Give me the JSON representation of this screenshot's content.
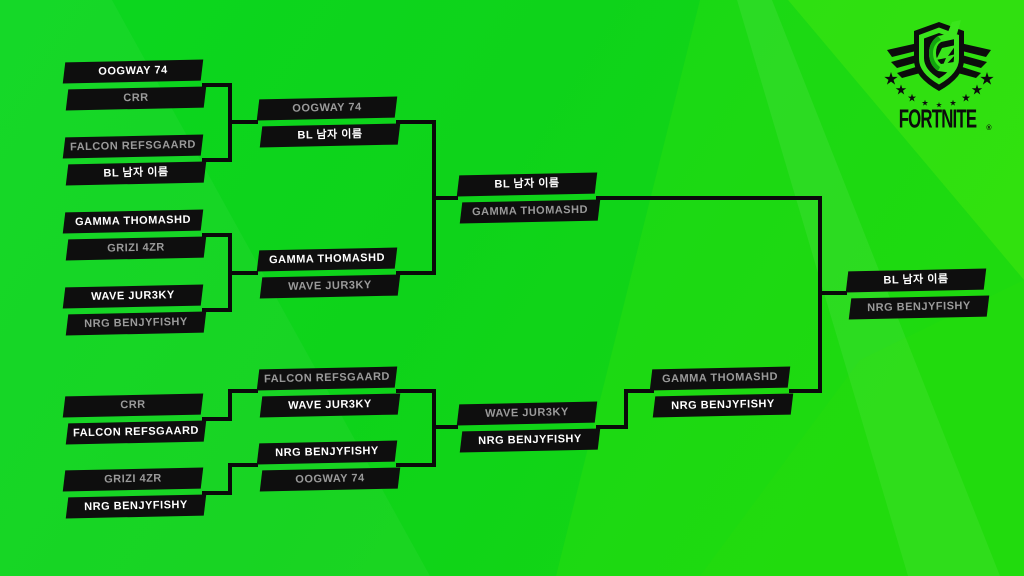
{
  "logo": {
    "wordmark": "FORTNITE",
    "registered": "®"
  },
  "colors": {
    "background_base": "#0ed31a",
    "background_ray_bright": "#7dff05",
    "box_background": "#0e0e0e",
    "winner_text": "#ffffff",
    "loser_text": "#9a9a9a",
    "connector_line": "#0a0a0a",
    "logo_green": "#3ae51c",
    "logo_black": "#0c0c0c"
  },
  "bracket": {
    "upper_round1": [
      {
        "top": {
          "name": "OOGWAY 74",
          "result": "win"
        },
        "bottom": {
          "name": "CRR",
          "result": "loss"
        }
      },
      {
        "top": {
          "name": "FALCON REFSGAARD",
          "result": "loss"
        },
        "bottom": {
          "name": "BL 남자 이름",
          "result": "win"
        }
      },
      {
        "top": {
          "name": "GAMMA THOMASHD",
          "result": "win"
        },
        "bottom": {
          "name": "GRIZI 4ZR",
          "result": "loss"
        }
      },
      {
        "top": {
          "name": "WAVE JUR3KY",
          "result": "win"
        },
        "bottom": {
          "name": "NRG BENJYFISHY",
          "result": "loss"
        }
      }
    ],
    "upper_round2": [
      {
        "top": {
          "name": "OOGWAY 74",
          "result": "loss"
        },
        "bottom": {
          "name": "BL 남자 이름",
          "result": "win"
        }
      },
      {
        "top": {
          "name": "GAMMA THOMASHD",
          "result": "win"
        },
        "bottom": {
          "name": "WAVE JUR3KY",
          "result": "loss"
        }
      }
    ],
    "upper_final": [
      {
        "top": {
          "name": "BL 남자 이름",
          "result": "win"
        },
        "bottom": {
          "name": "GAMMA THOMASHD",
          "result": "loss"
        }
      }
    ],
    "lower_round1": [
      {
        "top": {
          "name": "CRR",
          "result": "loss"
        },
        "bottom": {
          "name": "FALCON REFSGAARD",
          "result": "win"
        }
      },
      {
        "top": {
          "name": "GRIZI 4ZR",
          "result": "loss"
        },
        "bottom": {
          "name": "NRG BENJYFISHY",
          "result": "win"
        }
      }
    ],
    "lower_round2": [
      {
        "top": {
          "name": "FALCON REFSGAARD",
          "result": "loss"
        },
        "bottom": {
          "name": "WAVE JUR3KY",
          "result": "win"
        }
      },
      {
        "top": {
          "name": "NRG BENJYFISHY",
          "result": "win"
        },
        "bottom": {
          "name": "OOGWAY 74",
          "result": "loss"
        }
      }
    ],
    "lower_round3": [
      {
        "top": {
          "name": "WAVE JUR3KY",
          "result": "loss"
        },
        "bottom": {
          "name": "NRG BENJYFISHY",
          "result": "win"
        }
      }
    ],
    "lower_final": [
      {
        "top": {
          "name": "GAMMA THOMASHD",
          "result": "loss"
        },
        "bottom": {
          "name": "NRG BENJYFISHY",
          "result": "win"
        }
      }
    ],
    "grand_final": [
      {
        "top": {
          "name": "BL 남자 이름",
          "result": "win"
        },
        "bottom": {
          "name": "NRG BENJYFISHY",
          "result": "loss"
        }
      }
    ]
  }
}
